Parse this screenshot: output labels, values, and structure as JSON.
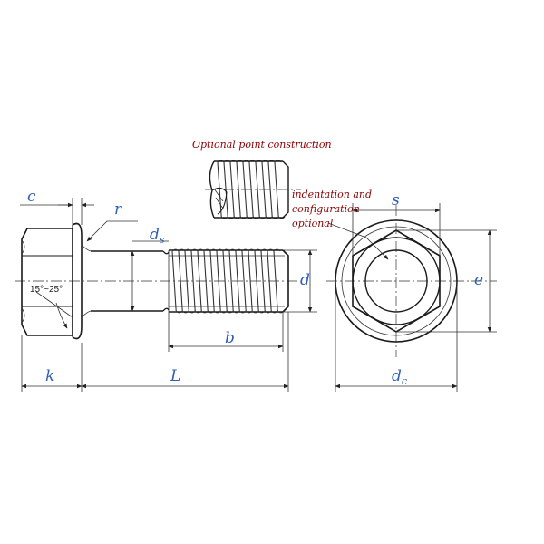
{
  "labels": {
    "c": "c",
    "r": "r",
    "ds_main": "d",
    "ds_sub": "s",
    "d": "d",
    "b": "b",
    "k": "k",
    "L": "L",
    "s": "s",
    "e": "e",
    "dc_main": "d",
    "dc_sub": "c",
    "angle": "15°~25°"
  },
  "notes": {
    "point_construction": "Optional point construction",
    "indent_line1": "indentation and",
    "indent_line2": "configuration",
    "indent_line3": "optional"
  },
  "colors": {
    "dimension_label": "#2f5fb5",
    "note_text": "#8b0000",
    "line": "#1a1a1a"
  }
}
